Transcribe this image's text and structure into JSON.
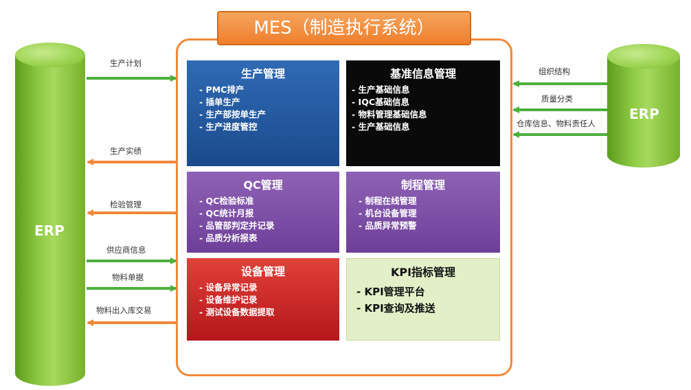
{
  "title": "MES（制造执行系统）",
  "left_system": {
    "label": "ERP"
  },
  "right_system": {
    "label": "ERP"
  },
  "modules": {
    "production": {
      "title": "生产管理",
      "items": [
        "PMC排产",
        "插单生产",
        "生产部按单生产",
        "生产进度管控"
      ]
    },
    "base_info": {
      "title": "基准信息管理",
      "items": [
        "- 生产基础信息",
        "- IQC基础信息",
        "- 物料管理基础信息",
        "- 生产基础信息"
      ]
    },
    "qc": {
      "title": "QC管理",
      "items": [
        "QC检验标准",
        "QC统计月报",
        "品管部判定并记录",
        "品质分析报表"
      ]
    },
    "process": {
      "title": "制程管理",
      "items": [
        "制程在线管理",
        "机台设备管理",
        "品质异常预警"
      ]
    },
    "equipment": {
      "title": "设备管理",
      "items": [
        "设备异常记录",
        "设备维护记录",
        "测试设备数据提取"
      ]
    },
    "kpi": {
      "title": "KPI指标管理",
      "items": [
        "- KPI管理平台",
        "- KPI查询及推送"
      ]
    }
  },
  "left_flows": [
    {
      "label": "生产计划",
      "direction": "to_mes",
      "color": "#4caf3c"
    },
    {
      "label": "生产实绩",
      "direction": "to_erp",
      "color": "#f0883a"
    },
    {
      "label": "检验管理",
      "direction": "to_erp",
      "color": "#f0883a"
    },
    {
      "label": "供应商信息",
      "direction": "to_mes",
      "color": "#4caf3c"
    },
    {
      "label": "物料单据",
      "direction": "to_mes",
      "color": "#4caf3c"
    },
    {
      "label": "物料出入库交易",
      "direction": "to_erp",
      "color": "#f0883a"
    }
  ],
  "right_flows": [
    {
      "label": "组织结构",
      "direction": "to_mes",
      "color": "#4caf3c"
    },
    {
      "label": "质量分类",
      "direction": "to_mes",
      "color": "#4caf3c"
    },
    {
      "label": "仓库信息、物料责任人",
      "direction": "to_mes",
      "color": "#4caf3c"
    }
  ],
  "bullet": "-"
}
